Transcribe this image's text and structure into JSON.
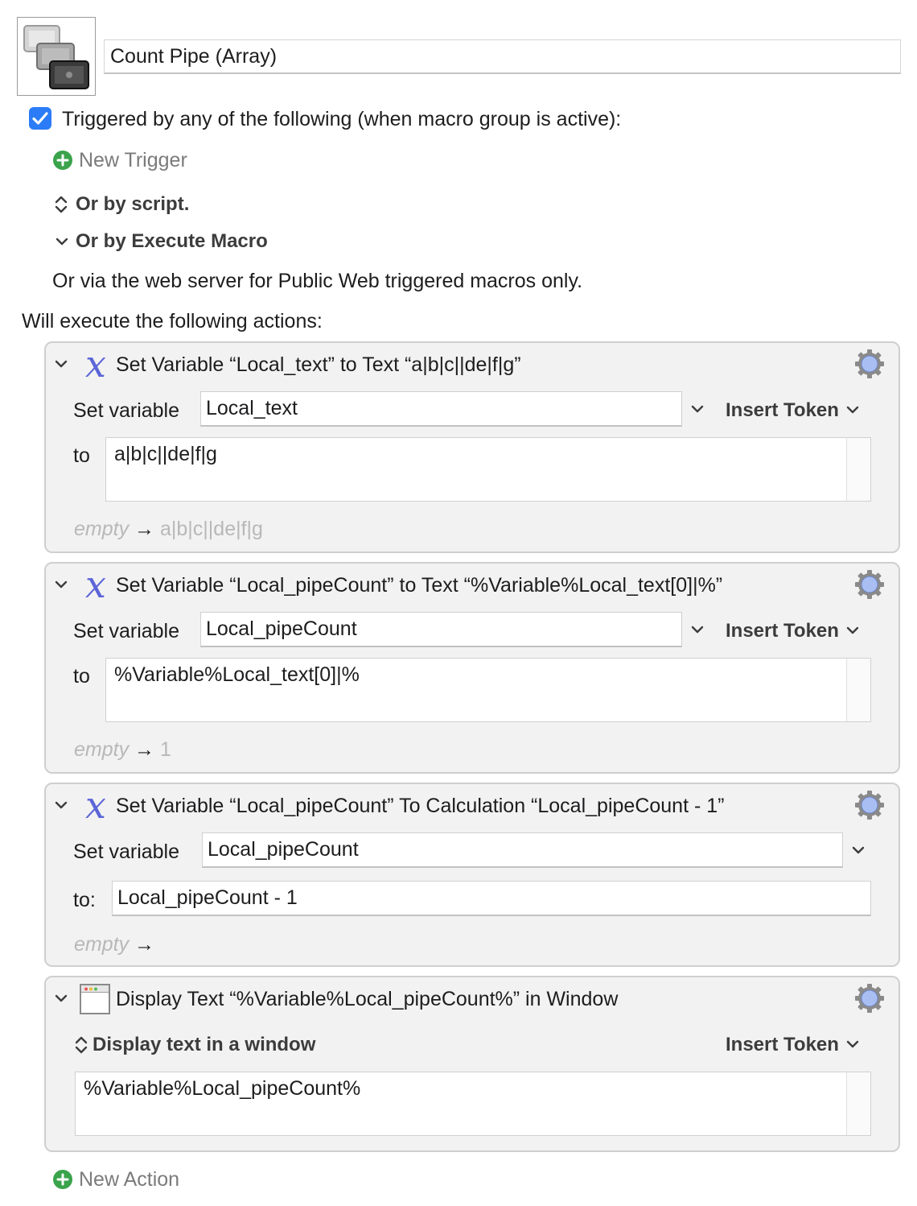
{
  "macro": {
    "name": "Count Pipe (Array)",
    "icon": "stacked-windows-icon"
  },
  "triggers": {
    "enabled": true,
    "label": "Triggered by any of the following (when macro group is active):",
    "new_trigger_label": "New Trigger",
    "or_by_script_label": "Or by script.",
    "or_by_execute_macro_label": "Or by Execute Macro",
    "web_server_text": "Or via the web server for Public Web triggered macros only."
  },
  "actions_header": "Will execute the following actions:",
  "actions": [
    {
      "title": "Set Variable “Local_text” to Text “a|b|c||de|f|g”",
      "set_variable_label": "Set variable",
      "variable_name": "Local_text",
      "insert_token_label": "Insert Token",
      "to_label": "to",
      "value": "a|b|c||de|f|g",
      "preview_empty": "empty",
      "preview_arrow": "→",
      "preview_result": "a|b|c||de|f|g"
    },
    {
      "title": "Set Variable “Local_pipeCount” to Text “%Variable%Local_text[0]|%”",
      "set_variable_label": "Set variable",
      "variable_name": "Local_pipeCount",
      "insert_token_label": "Insert Token",
      "to_label": "to",
      "value": "%Variable%Local_text[0]|%",
      "preview_empty": "empty",
      "preview_arrow": "→",
      "preview_result": "1"
    },
    {
      "title": "Set Variable “Local_pipeCount” To Calculation “Local_pipeCount - 1”",
      "set_variable_label": "Set variable",
      "variable_name": "Local_pipeCount",
      "to_label": "to:",
      "value": "Local_pipeCount - 1",
      "preview_empty": "empty",
      "preview_arrow": "→"
    },
    {
      "title": "Display Text “%Variable%Local_pipeCount%” in Window",
      "mode_label": "Display text in a window",
      "insert_token_label": "Insert Token",
      "value": "%Variable%Local_pipeCount%"
    }
  ],
  "new_action_label": "New Action",
  "colors": {
    "accent_blue": "#2b7cf6",
    "add_green": "#3aa34b",
    "variable_icon_purple": "#5b65d8",
    "card_background": "#f2f2f2"
  }
}
